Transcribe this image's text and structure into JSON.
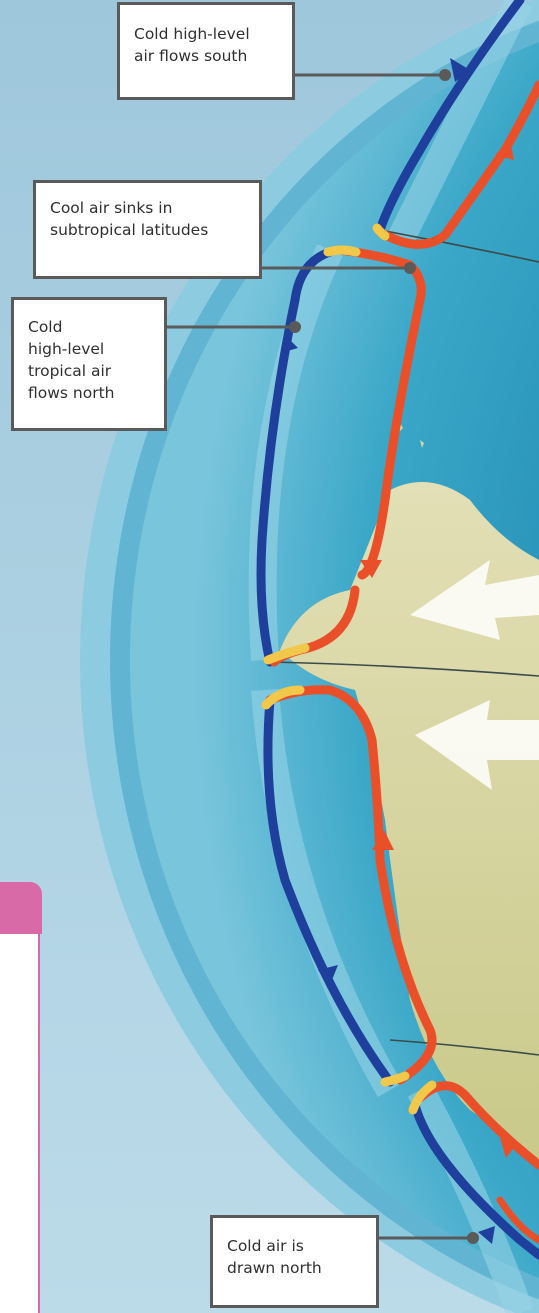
{
  "callouts": {
    "upper_south": {
      "line1": "Cold high-level",
      "line2": "air flows south"
    },
    "subtropical": {
      "line1": "Cool air sinks in",
      "line2": "subtropical latitudes"
    },
    "tropical_north": {
      "line1": "Cold",
      "line2": "high-level",
      "line3": "tropical air",
      "line4": "flows north"
    },
    "drawn_north": {
      "line1": "Cold air is",
      "line2": "drawn north"
    }
  },
  "colors": {
    "cold_air": "#1f3f9c",
    "warm_air": "#e9502a",
    "transition": "#f2c84a",
    "land": "#d8d5a4",
    "ocean": "#1c7ea6"
  }
}
